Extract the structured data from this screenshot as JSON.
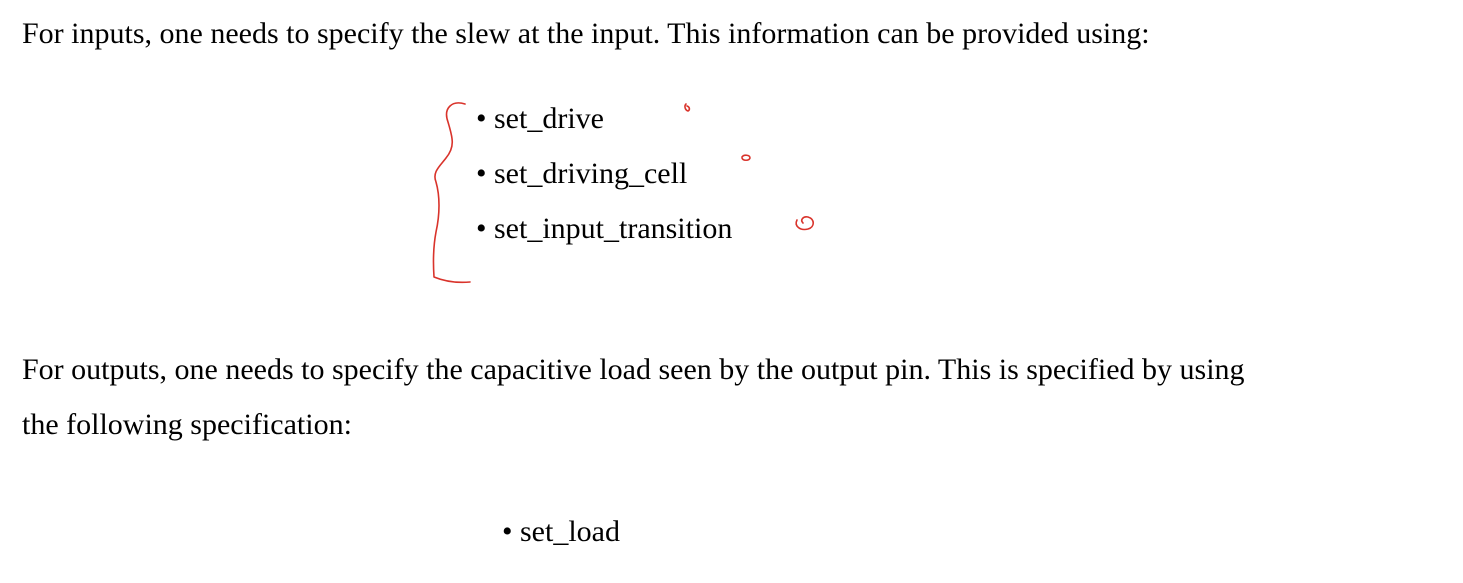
{
  "inputs_paragraph": "For inputs, one needs to specify the slew at the input. This information can be provided using:",
  "input_commands": [
    "set_drive",
    "set_driving_cell",
    "set_input_transition"
  ],
  "outputs_paragraph": {
    "line1": "For outputs, one needs to specify the capacitive load seen by the output pin. This is specified by using",
    "line2": "the following specification:"
  },
  "output_commands": [
    "set_load"
  ],
  "annotations": {
    "ink_color": "#d9332b"
  }
}
